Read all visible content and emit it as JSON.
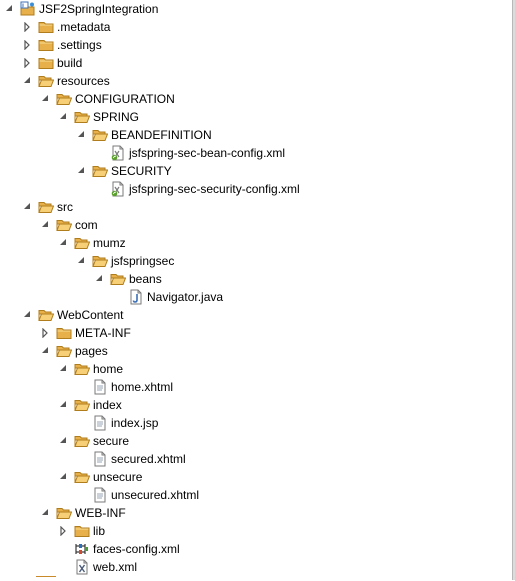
{
  "tree": [
    {
      "label": "JSF2SpringIntegration",
      "level": 0,
      "icon": "java-project-icon",
      "twisty": "open"
    },
    {
      "label": ".metadata",
      "level": 1,
      "icon": "folder-icon",
      "twisty": "closed"
    },
    {
      "label": ".settings",
      "level": 1,
      "icon": "folder-icon",
      "twisty": "closed"
    },
    {
      "label": "build",
      "level": 1,
      "icon": "folder-icon",
      "twisty": "closed"
    },
    {
      "label": "resources",
      "level": 1,
      "icon": "folder-open-icon",
      "twisty": "open"
    },
    {
      "label": "CONFIGURATION",
      "level": 2,
      "icon": "folder-open-icon",
      "twisty": "open"
    },
    {
      "label": "SPRING",
      "level": 3,
      "icon": "folder-open-icon",
      "twisty": "open"
    },
    {
      "label": "BEANDEFINITION",
      "level": 4,
      "icon": "folder-open-icon",
      "twisty": "open"
    },
    {
      "label": "jsfspring-sec-bean-config.xml",
      "level": 5,
      "icon": "spring-xml-file-icon",
      "twisty": "none"
    },
    {
      "label": "SECURITY",
      "level": 4,
      "icon": "folder-open-icon",
      "twisty": "open"
    },
    {
      "label": "jsfspring-sec-security-config.xml",
      "level": 5,
      "icon": "spring-xml-file-icon",
      "twisty": "none"
    },
    {
      "label": "src",
      "level": 1,
      "icon": "folder-open-icon",
      "twisty": "open"
    },
    {
      "label": "com",
      "level": 2,
      "icon": "folder-open-icon",
      "twisty": "open"
    },
    {
      "label": "mumz",
      "level": 3,
      "icon": "folder-open-icon",
      "twisty": "open"
    },
    {
      "label": "jsfspringsec",
      "level": 4,
      "icon": "folder-open-icon",
      "twisty": "open"
    },
    {
      "label": "beans",
      "level": 5,
      "icon": "folder-open-icon",
      "twisty": "open"
    },
    {
      "label": "Navigator.java",
      "level": 6,
      "icon": "java-file-icon",
      "twisty": "none"
    },
    {
      "label": "WebContent",
      "level": 1,
      "icon": "folder-open-icon",
      "twisty": "open"
    },
    {
      "label": "META-INF",
      "level": 2,
      "icon": "folder-icon",
      "twisty": "closed"
    },
    {
      "label": "pages",
      "level": 2,
      "icon": "folder-open-icon",
      "twisty": "open"
    },
    {
      "label": "home",
      "level": 3,
      "icon": "folder-open-icon",
      "twisty": "open"
    },
    {
      "label": "home.xhtml",
      "level": 4,
      "icon": "xhtml-file-icon",
      "twisty": "none"
    },
    {
      "label": "index",
      "level": 3,
      "icon": "folder-open-icon",
      "twisty": "open"
    },
    {
      "label": "index.jsp",
      "level": 4,
      "icon": "jsp-file-icon",
      "twisty": "none"
    },
    {
      "label": "secure",
      "level": 3,
      "icon": "folder-open-icon",
      "twisty": "open"
    },
    {
      "label": "secured.xhtml",
      "level": 4,
      "icon": "xhtml-file-icon",
      "twisty": "none"
    },
    {
      "label": "unsecure",
      "level": 3,
      "icon": "folder-open-icon",
      "twisty": "open"
    },
    {
      "label": "unsecured.xhtml",
      "level": 4,
      "icon": "xhtml-file-icon",
      "twisty": "none"
    },
    {
      "label": "WEB-INF",
      "level": 2,
      "icon": "folder-open-icon",
      "twisty": "open"
    },
    {
      "label": "lib",
      "level": 3,
      "icon": "folder-icon",
      "twisty": "closed"
    },
    {
      "label": "faces-config.xml",
      "level": 3,
      "icon": "faces-config-icon",
      "twisty": "none"
    },
    {
      "label": "web.xml",
      "level": 3,
      "icon": "xml-file-icon",
      "twisty": "none"
    }
  ],
  "colors": {
    "folder": "#e8b04a",
    "folder_dark": "#b07d1c",
    "twisty": "#555555",
    "spring_green": "#5aa02c",
    "java_blue": "#3d6fb6"
  }
}
